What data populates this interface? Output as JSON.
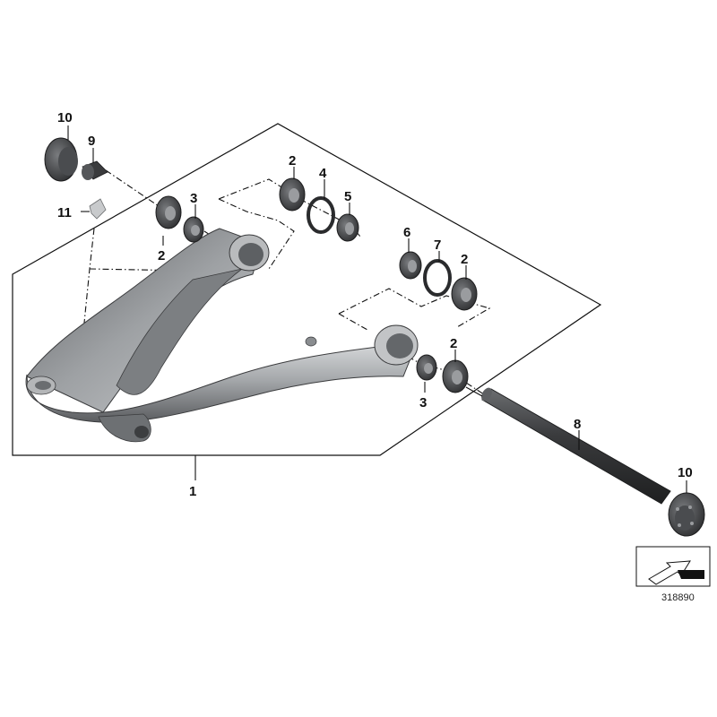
{
  "callouts": {
    "c1": "1",
    "c2a": "2",
    "c2b": "2",
    "c2c": "2",
    "c2d": "2",
    "c3a": "3",
    "c3b": "3",
    "c4": "4",
    "c5": "5",
    "c6": "6",
    "c7": "7",
    "c8": "8",
    "c9": "9",
    "c10a": "10",
    "c10b": "10",
    "c11": "11"
  },
  "reference_number": "318890",
  "colors": {
    "part_light": "#c9cbcd",
    "part_mid": "#8e9194",
    "part_dark": "#4a4c4f",
    "rubber": "#2c2d2f",
    "line": "#111111"
  }
}
